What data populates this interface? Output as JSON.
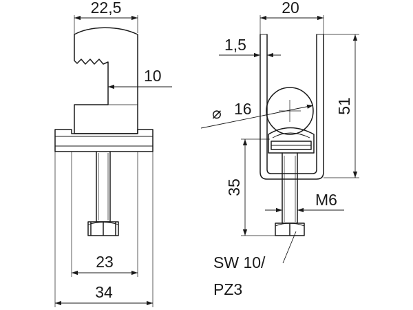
{
  "dimensions": {
    "top_width_left": "22,5",
    "slot_depth": "10",
    "inner_width": "23",
    "base_width": "34",
    "top_width_right": "20",
    "wall_thickness": "1,5",
    "diameter": "16",
    "diameter_symbol": "⌀",
    "overall_height": "51",
    "clamp_height": "35",
    "thread": "M6",
    "wrench_line1": "SW 10/",
    "wrench_line2": "PZ3"
  }
}
